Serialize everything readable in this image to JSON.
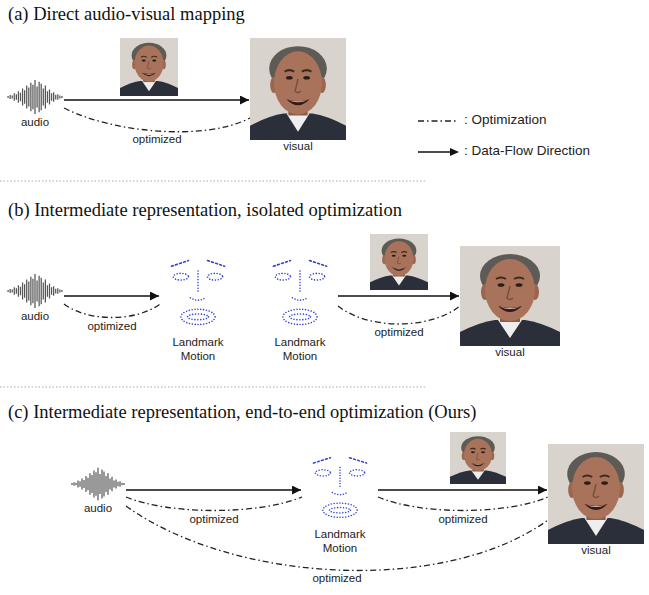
{
  "diagram": {
    "nodes": [
      {
        "text": [
          "audio"
        ]
      },
      {
        "text": [
          "visual"
        ]
      },
      {
        "text": [
          "audio"
        ]
      },
      {
        "text": [
          "Landmark Motion"
        ]
      },
      {
        "text": [
          "Landmark Motion"
        ]
      },
      {
        "text": [
          "visual"
        ]
      },
      {
        "text": [
          "audio"
        ]
      },
      {
        "text": [
          "Landmark Motion"
        ]
      },
      {
        "text": [
          "visual"
        ]
      }
    ],
    "edges": [
      {
        "from": 0,
        "to": 1,
        "arrow": "to"
      },
      {
        "from": 0,
        "to": 1,
        "label": "optimized",
        "arrow": "none"
      },
      {
        "from": 2,
        "to": 3,
        "arrow": "to"
      },
      {
        "from": 2,
        "to": 3,
        "label": "optimized",
        "arrow": "none"
      },
      {
        "from": 4,
        "to": 5,
        "arrow": "to"
      },
      {
        "from": 4,
        "to": 5,
        "label": "optimized",
        "arrow": "none"
      },
      {
        "from": 6,
        "to": 7,
        "arrow": "to"
      },
      {
        "from": 6,
        "to": 7,
        "label": "optimized",
        "arrow": "none"
      },
      {
        "from": 7,
        "to": 8,
        "arrow": "to"
      },
      {
        "from": 7,
        "to": 8,
        "label": "optimized",
        "arrow": "none"
      },
      {
        "from": 6,
        "to": 8,
        "label": "optimized",
        "arrow": "none"
      }
    ],
    "labels": [
      "(a) Direct audio-visual mapping",
      "(b) Intermediate representation, isolated optimization",
      "(c) Intermediate representation, end-to-end optimization (Ours)"
    ],
    "legend": [
      {
        "text": ": Optimization"
      },
      {
        "text": ": Data-Flow Direction"
      }
    ]
  }
}
